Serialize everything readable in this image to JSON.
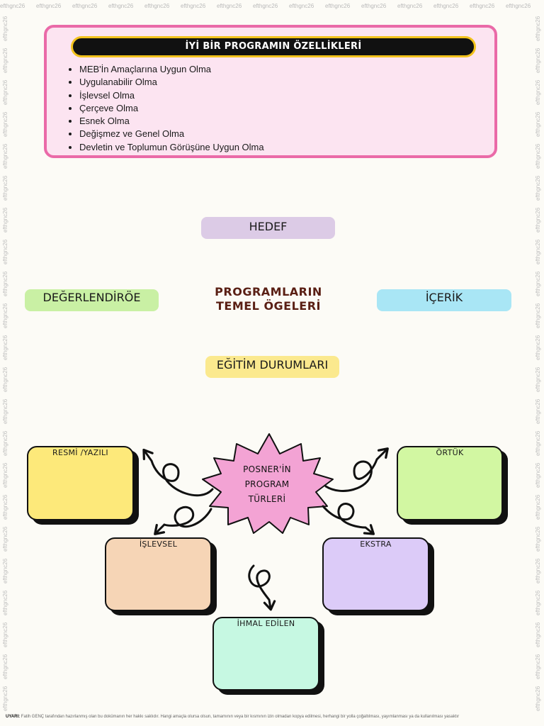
{
  "watermark": "efthgnc26",
  "features": {
    "title": "İYİ BİR PROGRAMIN ÖZELLİKLERİ",
    "items": [
      "MEB'İn Amaçlarına Uygun Olma",
      "Uygulanabilir Olma",
      "İşlevsel Olma",
      "Çerçeve Olma",
      "Esnek Olma",
      "Değişmez ve Genel Olma",
      "Devletin ve Toplumun Görüşüne Uygun Olma"
    ]
  },
  "elements": {
    "center_line1": "PROGRAMLARIN",
    "center_line2": "TEMEL ÖGELERİ",
    "hedef": "HEDEF",
    "degerlendirme": "DEĞERLENDİRÖE",
    "icerik": "İÇERİK",
    "egitim": "EĞİTİM DURUMLARI"
  },
  "posner": {
    "line1": "POSNER'İN",
    "line2": "PROGRAM",
    "line3": "TÜRLERİ",
    "types": {
      "resmi": "RESMİ /YAZILI",
      "ortuk": "ÖRTÜK",
      "islevsel": "İŞLEVSEL",
      "ekstra": "EKSTRA",
      "ihmal": "İHMAL EDİLEN"
    }
  },
  "footer": {
    "warning_label": "UYARI:",
    "text": "Fatih GENÇ tarafından hazırlanmış olan bu dokümanın her hakkı saklıdır. Hangi amaçla olursa olsun, tamamının veya bir kısmının izin olmadan kopya edilmesi, herhangi bir yolla çoğaltılması, yayımlanması ya da kullanılması yasaktır"
  },
  "colors": {
    "frame_pink": "#ea6aa8",
    "title_gold": "#f2c21c",
    "center_title": "#5a1f14",
    "star_pink": "#f3a3d4"
  }
}
